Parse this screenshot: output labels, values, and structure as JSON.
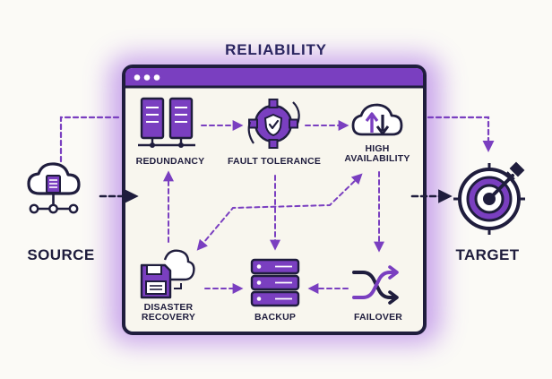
{
  "title": "RELIABILITY",
  "colors": {
    "accent": "#7a3fc0",
    "accent_dark": "#5b2a9a",
    "glow": "#b98ae8",
    "ink": "#1f1d3d",
    "window_bg": "#f8f6ee",
    "page_bg": "#fbfaf6"
  },
  "external": {
    "source": {
      "label": "SOURCE",
      "icon": "cloud-network-icon"
    },
    "target": {
      "label": "TARGET",
      "icon": "target-dartboard-icon"
    }
  },
  "window": {
    "titlebar_dots": 3,
    "nodes": [
      {
        "id": "redundancy",
        "label": "REDUNDANCY",
        "icon": "server-racks-icon"
      },
      {
        "id": "fault_tolerance",
        "label": "FAULT TOLERANCE",
        "icon": "gear-shield-icon"
      },
      {
        "id": "high_availability",
        "label_line1": "HIGH",
        "label_line2": "AVAILABILITY",
        "icon": "cloud-sync-icon"
      },
      {
        "id": "disaster_recovery",
        "label_line1": "DISASTER",
        "label_line2": "RECOVERY",
        "icon": "floppy-cloud-icon"
      },
      {
        "id": "backup",
        "label": "BACKUP",
        "icon": "database-stack-icon"
      },
      {
        "id": "failover",
        "label": "FAILOVER",
        "icon": "shuffle-arrows-icon"
      }
    ]
  }
}
